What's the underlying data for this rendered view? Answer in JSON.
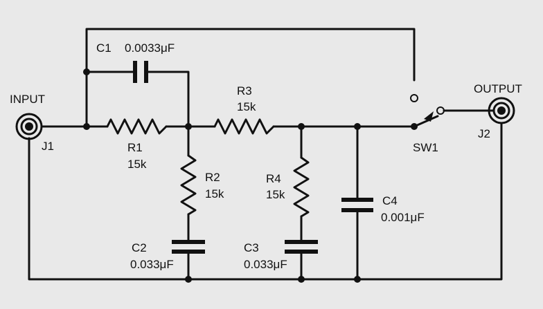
{
  "labels": {
    "input": "INPUT",
    "output": "OUTPUT",
    "j1": "J1",
    "j2": "J2",
    "sw1": "SW1"
  },
  "components": {
    "c1": {
      "name": "C1",
      "value": "0.0033μF"
    },
    "r1": {
      "name": "R1",
      "value": "15k"
    },
    "r2": {
      "name": "R2",
      "value": "15k"
    },
    "r3": {
      "name": "R3",
      "value": "15k"
    },
    "r4": {
      "name": "R4",
      "value": "15k"
    },
    "c2": {
      "name": "C2",
      "value": "0.033μF"
    },
    "c3": {
      "name": "C3",
      "value": "0.033μF"
    },
    "c4": {
      "name": "C4",
      "value": "0.001μF"
    }
  }
}
